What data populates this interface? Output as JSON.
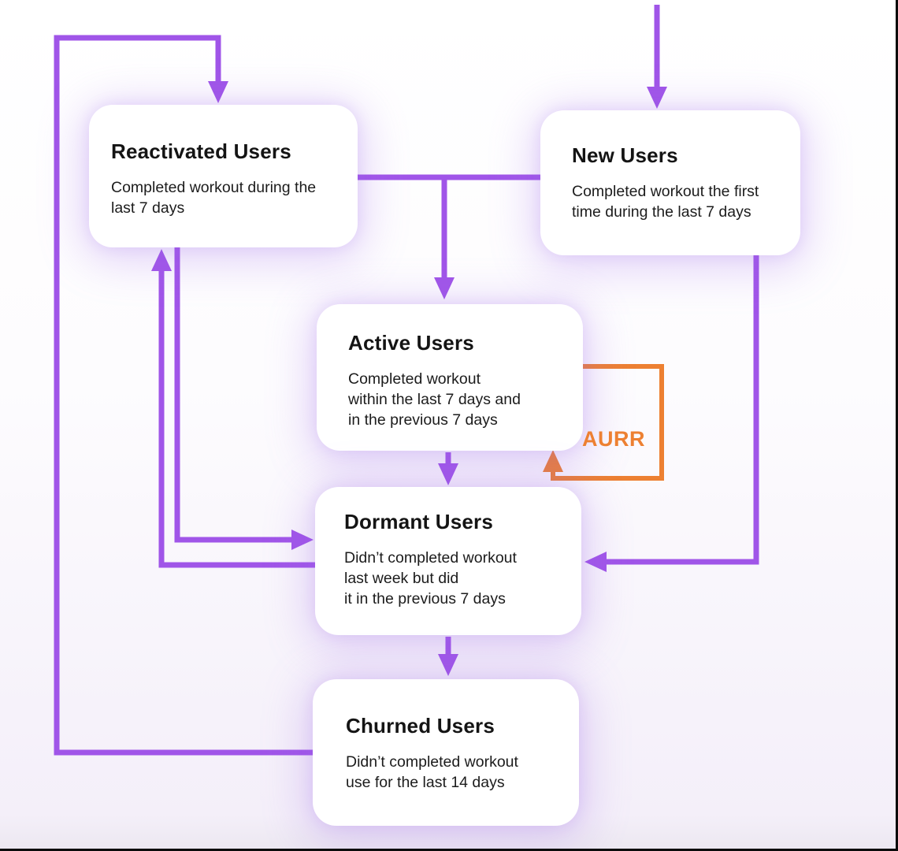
{
  "diagram": {
    "nodes": [
      {
        "id": "reactivated-users",
        "title": "Reactivated Users",
        "desc": [
          "Completed workout during the",
          "last 7 days"
        ]
      },
      {
        "id": "new-users",
        "title": "New Users",
        "desc": [
          "Completed workout the first",
          "time during the last 7 days"
        ]
      },
      {
        "id": "active-users",
        "title": "Active Users",
        "desc": [
          "Completed workout",
          "within the last 7 days and",
          "in the previous 7 days"
        ]
      },
      {
        "id": "dormant-users",
        "title": "Dormant Users",
        "desc": [
          "Didn’t completed workout",
          "last week but did",
          "it in the previous 7 days"
        ]
      },
      {
        "id": "churned-users",
        "title": "Churned Users",
        "desc": [
          "Didn’t completed workout",
          "use for the last 14 days"
        ]
      }
    ],
    "labels": {
      "aurr": "AURR"
    },
    "edges": [
      {
        "from": "external-top",
        "to": "new-users",
        "color": "purple"
      },
      {
        "from": "reactivated-users",
        "to": "active-users",
        "color": "purple"
      },
      {
        "from": "new-users",
        "to": "active-users",
        "color": "purple"
      },
      {
        "from": "active-users",
        "to": "dormant-users",
        "color": "purple"
      },
      {
        "from": "dormant-users",
        "to": "churned-users",
        "color": "purple"
      },
      {
        "from": "new-users",
        "to": "dormant-users",
        "color": "purple"
      },
      {
        "from": "reactivated-users",
        "to": "dormant-users",
        "color": "purple"
      },
      {
        "from": "dormant-users",
        "to": "reactivated-users",
        "color": "purple"
      },
      {
        "from": "churned-users",
        "to": "reactivated-users",
        "color": "purple"
      },
      {
        "from": "active-users",
        "to": "active-users",
        "color": "orange",
        "label": "AURR"
      }
    ],
    "colors": {
      "flow_arrow": "#A055E8",
      "aurr_loop": "#ED8032",
      "card_background": "#FFFFFF",
      "text": "#141414",
      "glow": "#9E69E8"
    }
  }
}
